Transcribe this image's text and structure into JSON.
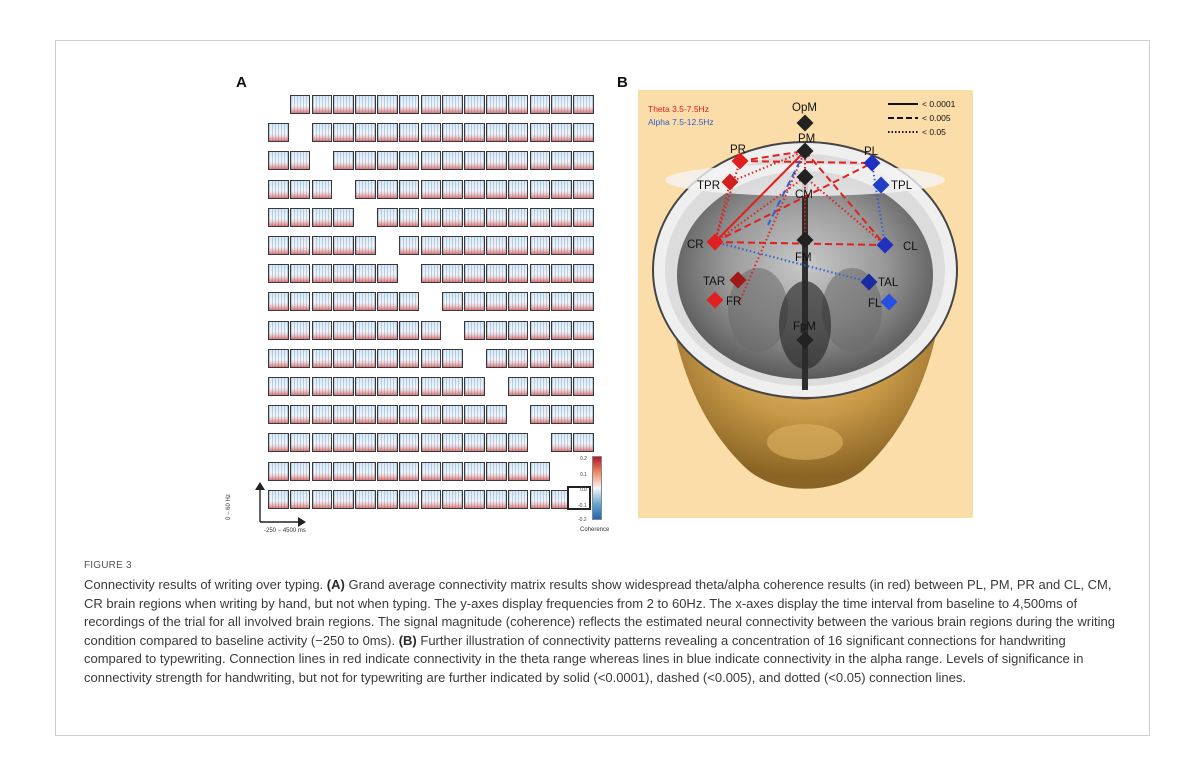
{
  "figure": {
    "label": "FIGURE 3",
    "panel_a_letter": "A",
    "panel_b_letter": "B"
  },
  "panel_a": {
    "y_axis_label": "0 − 60 Hz",
    "x_axis_label": "-250 − 4500 ms",
    "colorbar": {
      "label": "Coherence",
      "ticks": [
        "0.2",
        "0.1",
        "0.0",
        "-0.1",
        "-0.2"
      ],
      "colors": [
        "#b2182b",
        "#f7f7f7",
        "#2166ac"
      ]
    }
  },
  "panel_b": {
    "legend_bands": {
      "theta": "Theta 3.5-7.5Hz",
      "alpha": "Alpha 7.5-12.5Hz"
    },
    "legend_significance": {
      "solid": "< 0.0001",
      "dashed": "< 0.005",
      "dotted": "< 0.05"
    },
    "regions": {
      "opm": "OpM",
      "pm": "PM",
      "pr": "PR",
      "pl": "PL",
      "tpr": "TPR",
      "tpl": "TPL",
      "cm": "CM",
      "cr": "CR",
      "cl": "CL",
      "fm": "FM",
      "tar": "TAR",
      "tal": "TAL",
      "fr": "FR",
      "fl": "FL",
      "fpm": "FpM"
    },
    "colors": {
      "theta_red": "#e02020",
      "alpha_blue": "#3060d0",
      "background": "#fbdda9"
    }
  },
  "caption": {
    "intro": "Connectivity results of writing over typing.",
    "a_label": "(A)",
    "a_text": "Grand average connectivity matrix results show widespread theta/alpha coherence results (in red) between PL, PM, PR and CL, CM, CR brain regions when writing by hand, but not when typing. The y-axes display frequencies from 2 to 60Hz. The x-axes display the time interval from baseline to 4,500ms of recordings of the trial for all involved brain regions. The signal magnitude (coherence) reflects the estimated neural connectivity between the various brain regions during the writing condition compared to baseline activity (−250 to 0ms).",
    "b_label": "(B)",
    "b_text": "Further illustration of connectivity patterns revealing a concentration of 16 significant connections for handwriting compared to typewriting. Connection lines in red indicate connectivity in the theta range whereas lines in blue indicate connectivity in the alpha range. Levels of significance in connectivity strength for handwriting, but not for typewriting are further indicated by solid (<0.0001), dashed (<0.005), and dotted (<0.05) connection lines."
  }
}
